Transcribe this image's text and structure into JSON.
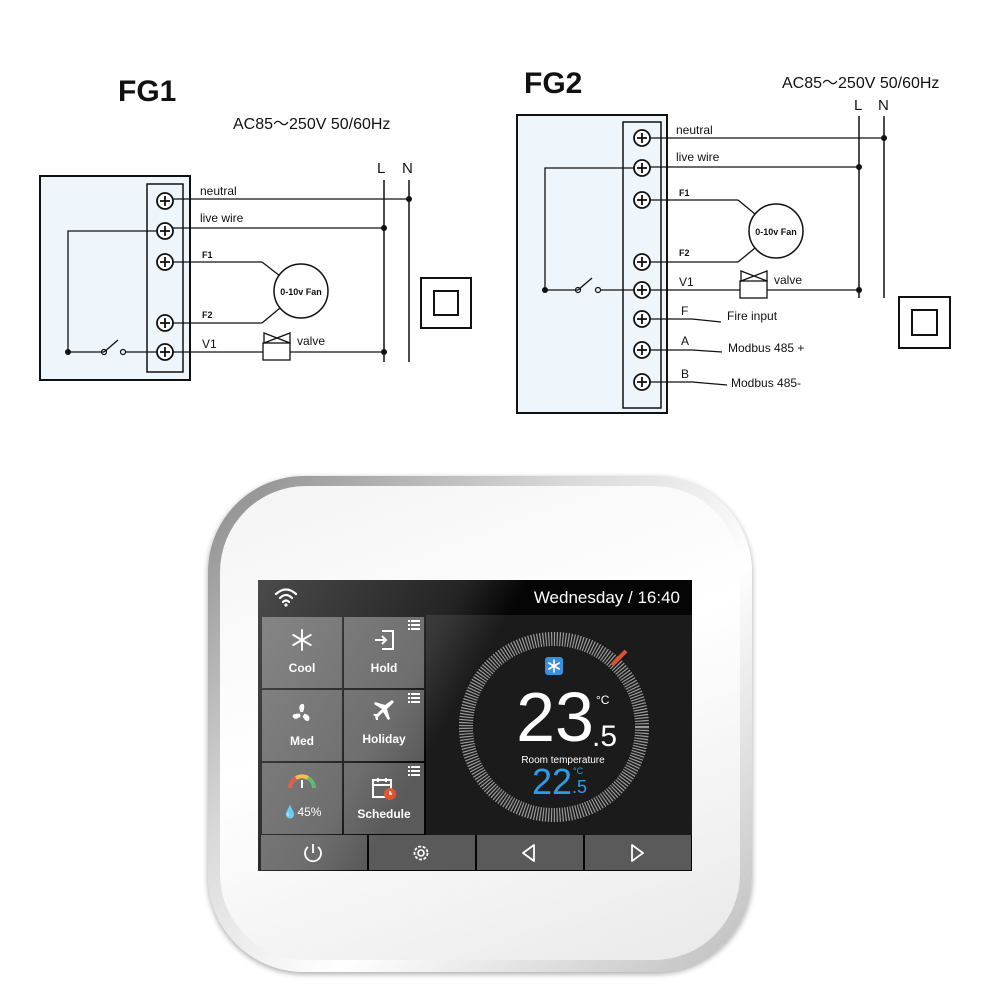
{
  "fg1": {
    "title": "FG1",
    "supply": "AC85～250V   50/60Hz",
    "L": "L",
    "N": "N",
    "terminals": {
      "neutral": "neutral",
      "live": "live wire",
      "f1": "F1",
      "f2": "F2",
      "v1": "V1",
      "fan": "0-10v Fan",
      "valve": "valve"
    }
  },
  "fg2": {
    "title": "FG2",
    "supply": "AC85～250V   50/60Hz",
    "L": "L",
    "N": "N",
    "terminals": {
      "neutral": "neutral",
      "live": "live wire",
      "f1": "F1",
      "f2": "F2",
      "v1": "V1",
      "fan": "0-10v Fan",
      "valve": "valve",
      "f": "F",
      "fire": "Fire input",
      "a": "A",
      "modbus_plus": "Modbus 485 +",
      "b": "B",
      "modbus_minus": "Modbus 485-"
    }
  },
  "thermostat": {
    "datetime": "Wednesday / 16:40",
    "tiles": {
      "cool": "Cool",
      "hold": "Hold",
      "med": "Med",
      "holiday": "Holiday",
      "humidity": "45%",
      "schedule": "Schedule"
    },
    "temp_whole": "23",
    "temp_decimal": ".5",
    "temp_unit": "°C",
    "room_label": "Room temperature",
    "set_whole": "22",
    "set_decimal": ".5",
    "set_unit": "°C",
    "colors": {
      "tile": "#5a5a5a",
      "setpoint": "#2e9be6",
      "snow": "#3d8fd9",
      "dial_marker": "#e0502a"
    },
    "icons": [
      "wifi-icon",
      "snowflake-icon",
      "hold-icon",
      "fan-icon",
      "airplane-icon",
      "humidity-gauge-icon",
      "droplet-icon",
      "schedule-icon",
      "menu-list-icon",
      "power-icon",
      "settings-icon",
      "left-arrow-icon",
      "right-arrow-icon"
    ]
  }
}
